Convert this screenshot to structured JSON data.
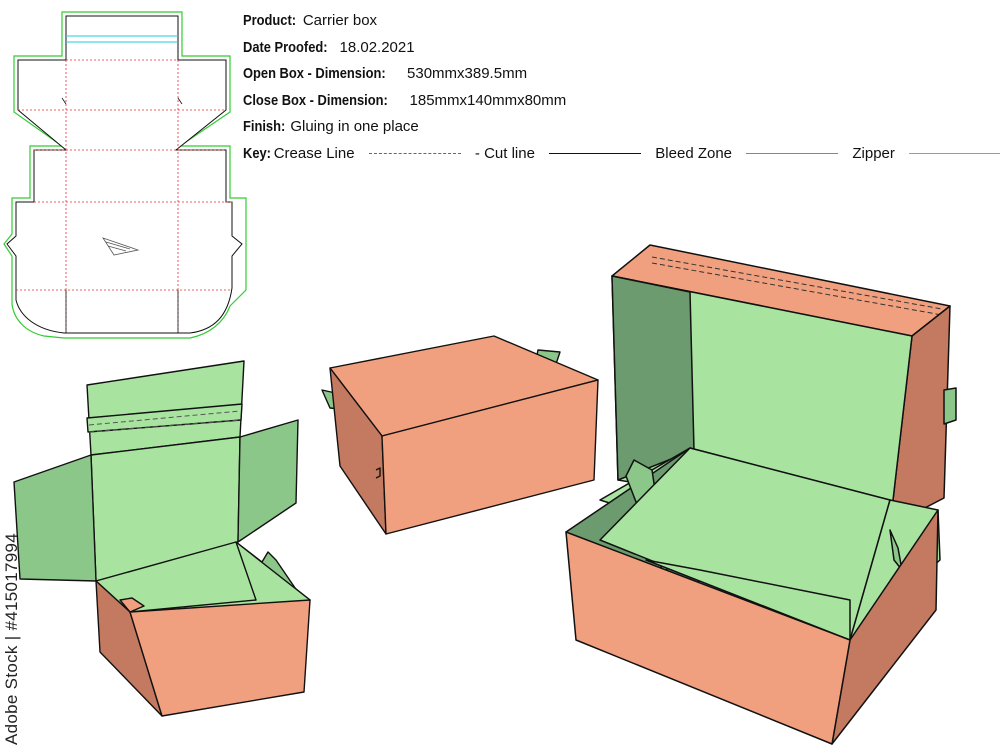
{
  "spec": {
    "product_label": "Product:",
    "product_value": "Carrier box",
    "date_label": "Date Proofed:",
    "date_value": "18.02.2021",
    "open_label": "Open Box - Dimension:",
    "open_value": "530mmx389.5mm",
    "close_label": "Close Box - Dimension:",
    "close_value": "185mmx140mmx80mm",
    "finish_label": "Finish:",
    "finish_value": "Gluing in one place",
    "key_label": "Key:",
    "key_items": [
      {
        "label": "Crease Line",
        "color": "#e0322f",
        "style": "dashed"
      },
      {
        "label": "- Cut line",
        "color": "#111111",
        "style": "solid"
      },
      {
        "label": "Bleed Zone",
        "color": "#22cc22",
        "style": "solid"
      },
      {
        "label": "Zipper",
        "color": "#22ccdd",
        "style": "solid"
      }
    ]
  },
  "watermark": {
    "stock_id": "Adobe Stock | #415017994"
  },
  "colors": {
    "orange": "#f0a07e",
    "orange_dark": "#c47a60",
    "green": "#a8e3a0",
    "green_dark": "#6b9b6e",
    "green_mid": "#8cc78a",
    "outline": "#111111"
  }
}
